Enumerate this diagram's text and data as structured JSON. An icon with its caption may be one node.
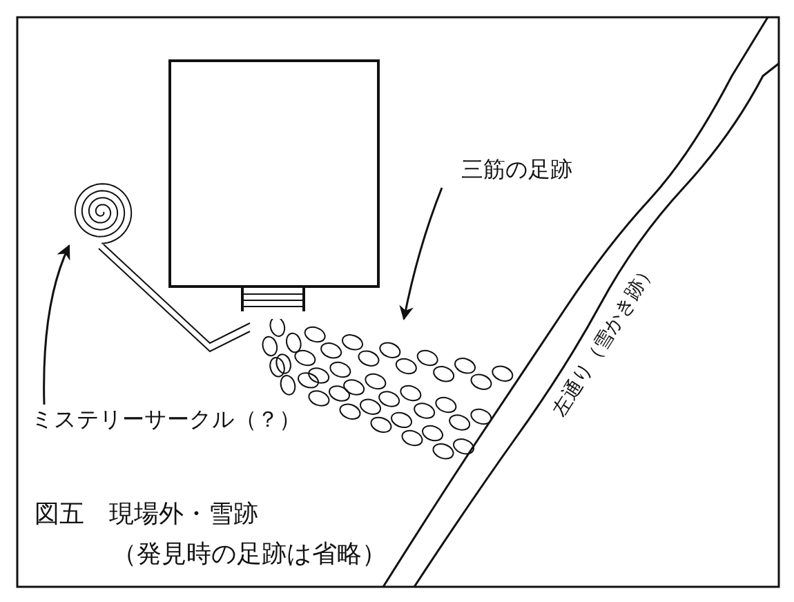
{
  "diagram": {
    "title": "図五　現場外・雪跡",
    "caption": "（発見時の足跡は省略）",
    "nodes": [
      {
        "text": [
          "三筋の足跡"
        ]
      },
      {
        "text": [],
        "shape": "picture"
      },
      {
        "text": [
          "ミステリーサークル（？）"
        ]
      },
      {
        "text": [],
        "shape": "picture"
      },
      {
        "text": [],
        "shape": "box"
      }
    ],
    "edges": [
      {
        "from": 0,
        "to": 1,
        "arrow": "to"
      },
      {
        "from": 2,
        "to": 3,
        "arrow": "to"
      },
      {
        "from": 3,
        "to": 1,
        "arrow": "none"
      }
    ],
    "labels": [
      "左通り（雪かき跡）"
    ]
  }
}
